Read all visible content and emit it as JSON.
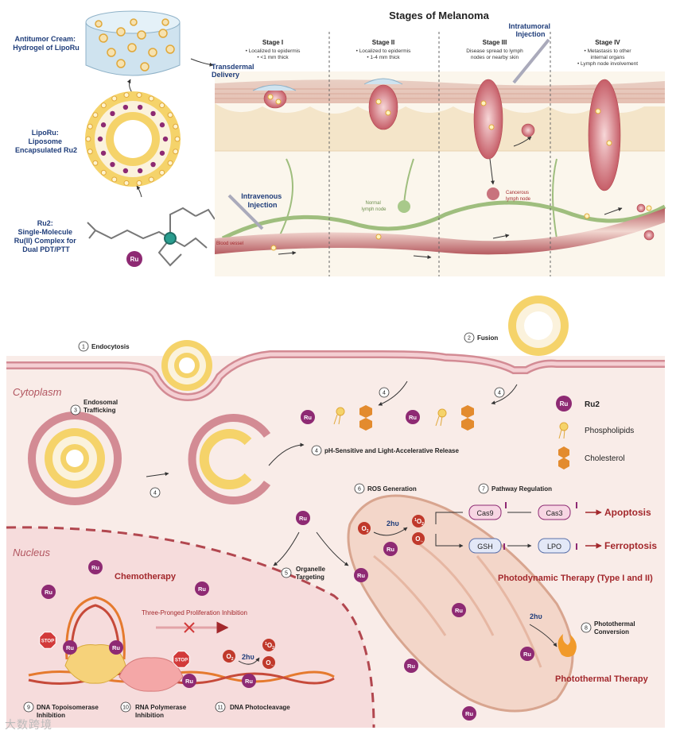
{
  "top": {
    "cream_label": [
      "Antitumor Cream:",
      "Hydrogel of LipoRu"
    ],
    "liporu_label": [
      "LipoRu:",
      "Liposome",
      "Encapsulated Ru2"
    ],
    "ru2_label": [
      "Ru2:",
      "Single-Molecule",
      "Ru(II) Complex for",
      "Dual PDT/PTT"
    ],
    "ru_badge": "Ru",
    "transdermal": [
      "Transdermal",
      "Delivery"
    ],
    "intravenous": [
      "Intravenous",
      "Injection"
    ],
    "intratumoral": [
      "Intratumoral",
      "Injection"
    ],
    "stages_title": "Stages of Melanoma",
    "stages": [
      {
        "name": "Stage I",
        "lines": [
          "• Localized to epidermis",
          "• <1 mm thick"
        ]
      },
      {
        "name": "Stage II",
        "lines": [
          "• Localized to epidermis",
          "• 1-4 mm thick"
        ]
      },
      {
        "name": "Stage III",
        "lines": [
          "Disease spread to lymph",
          "nodes or nearby skin"
        ]
      },
      {
        "name": "Stage IV",
        "lines": [
          "• Metastasis to other",
          "internal organs",
          "• Lymph node involvement"
        ]
      }
    ],
    "normal_node": [
      "Normal",
      "lymph node"
    ],
    "cancer_node": [
      "Cancerous",
      "lymph node"
    ],
    "blood_vessel": "Blood vessel"
  },
  "bottom": {
    "cytoplasm": "Cytoplasm",
    "nucleus": "Nucleus",
    "steps": {
      "s1": {
        "num": "1",
        "text": "Endocytosis"
      },
      "s2": {
        "num": "2",
        "text": "Fusion"
      },
      "s3": {
        "num": "3",
        "text": [
          "Endosomal",
          "Trafficking"
        ]
      },
      "s4": {
        "num": "4",
        "text": "pH-Sensitive and Light-Accelerative Release"
      },
      "s5": {
        "num": "5",
        "text": [
          "Organelle",
          "Targeting"
        ]
      },
      "s6": {
        "num": "6",
        "text": "ROS Generation"
      },
      "s7": {
        "num": "7",
        "text": "Pathway Regulation"
      },
      "s8": {
        "num": "8",
        "text": [
          "Photothermal",
          "Conversion"
        ]
      },
      "s9": {
        "num": "9",
        "text": [
          "DNA Topoisomerase",
          "Inhibition"
        ]
      },
      "s10": {
        "num": "10",
        "text": [
          "RNA Polymerase",
          "Inhibition"
        ]
      },
      "s11": {
        "num": "11",
        "text": "DNA Photocleavage"
      }
    },
    "step4_num": "4",
    "legend": {
      "ru2": "Ru2",
      "phospholipids": "Phospholipids",
      "cholesterol": "Cholesterol"
    },
    "ru": "Ru",
    "o2": "O",
    "o2_sub": "2",
    "singlet": "O",
    "singlet_sup": "1",
    "superoxide_sup": "·-",
    "two_hv": "2hυ",
    "cas9": "Cas9",
    "cas3": "Cas3",
    "gsh": "GSH",
    "lpo": "LPO",
    "apoptosis": "Apoptosis",
    "ferroptosis": "Ferroptosis",
    "pdt": "Photodynamic Therapy (Type I and II)",
    "ptt": "Photothermal Therapy",
    "chemo": "Chemotherapy",
    "three_pronged": "Three-Pronged Proliferation Inhibition",
    "stop": "STOP",
    "colors": {
      "purple": "#8e2a73",
      "red": "#a3282c",
      "navy": "#1f3d7a"
    }
  },
  "watermark": "大数跨境"
}
